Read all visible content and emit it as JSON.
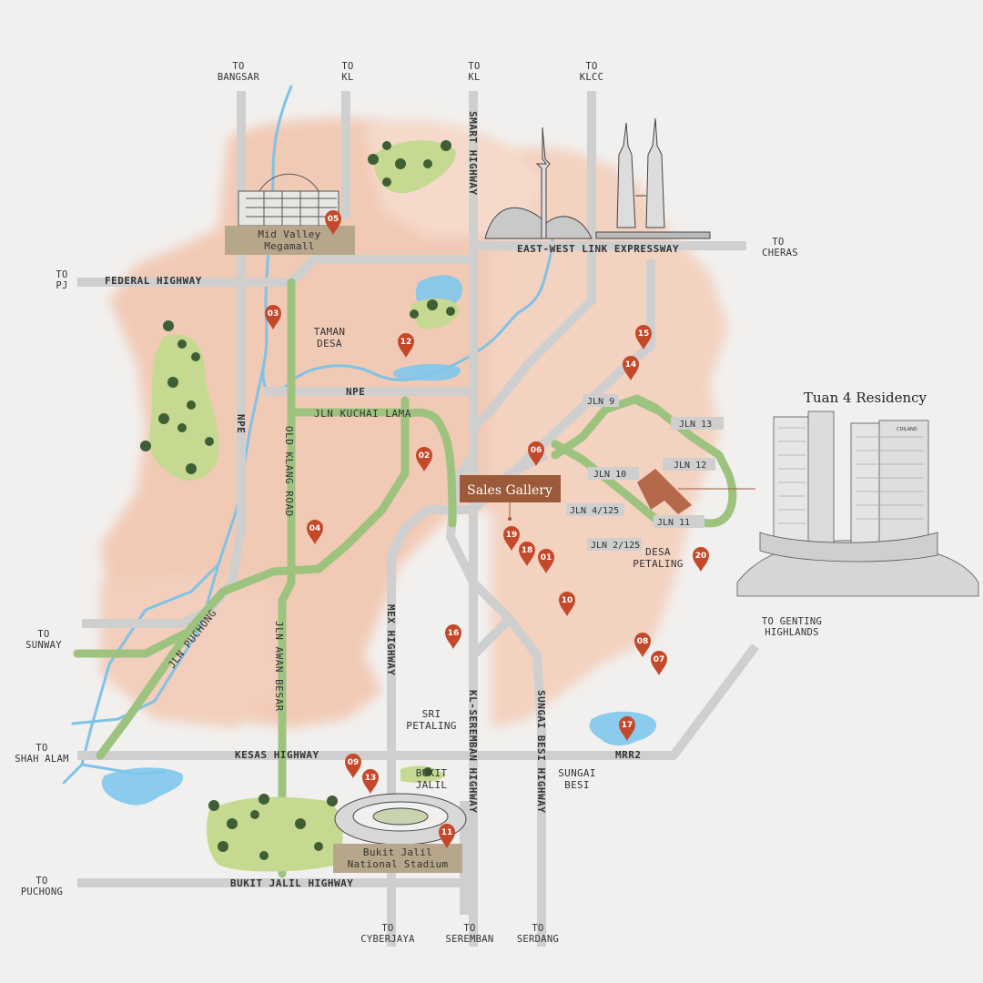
{
  "title": "Tuan 4 Residency",
  "sales_gallery": "Sales Gallery",
  "directions": {
    "bangsar": [
      "TO",
      "BANGSAR"
    ],
    "kl1": [
      "TO",
      "KL"
    ],
    "kl2": [
      "TO",
      "KL"
    ],
    "klcc": [
      "TO",
      "KLCC"
    ],
    "cheras": [
      "TO",
      "CHERAS"
    ],
    "pj": [
      "TO",
      "PJ"
    ],
    "sunway": [
      "TO",
      "SUNWAY"
    ],
    "shah_alam": [
      "TO",
      "SHAH ALAM"
    ],
    "puchong": [
      "TO",
      "PUCHONG"
    ],
    "cyberjaya": [
      "TO",
      "CYBERJAYA"
    ],
    "seremban": [
      "TO",
      "SEREMBAN"
    ],
    "serdang": [
      "TO",
      "SERDANG"
    ],
    "genting": [
      "TO GENTING",
      "HIGHLANDS"
    ]
  },
  "roads": {
    "smart_highway": "SMART HIGHWAY",
    "east_west": "EAST-WEST LINK EXPRESSWAY",
    "federal": "FEDERAL HIGHWAY",
    "npe_h": "NPE",
    "npe_v": "NPE",
    "jln_kuchai_lama": "JLN KUCHAI LAMA",
    "old_klang": "OLD KLANG ROAD",
    "jln_puchong": "JLN PUCHONG",
    "jln_awan_besar": "JLN AWAN BESAR",
    "mex": "MEX HIGHWAY",
    "kl_seremban": "KL-SEREMBAN HIGHWAY",
    "sungai_besi": "SUNGAI BESI HIGHWAY",
    "kesas": "KESAS HIGHWAY",
    "mrr2": "MRR2",
    "bukit_jalil": "BUKIT JALIL HIGHWAY"
  },
  "areas": {
    "taman_desa": [
      "TAMAN",
      "DESA"
    ],
    "desa_petaling": [
      "DESA",
      "PETALING"
    ],
    "sri_petaling": [
      "SRI",
      "PETALING"
    ],
    "bukit_jalil": [
      "BUKIT",
      "JALIL"
    ],
    "sungai_besi": [
      "SUNGAI",
      "BESI"
    ]
  },
  "streets": {
    "jln9": "JLN 9",
    "jln13": "JLN 13",
    "jln12": "JLN 12",
    "jln10": "JLN 10",
    "jln4_125": "JLN 4/125",
    "jln11": "JLN 11",
    "jln2_125": "JLN 2/125"
  },
  "landmarks": {
    "mid_valley": [
      "Mid Valley",
      "Megamall"
    ],
    "stadium": [
      "Bukit Jalil",
      "National Stadium"
    ],
    "building_sign": "CDILAND"
  },
  "pins": [
    "01",
    "02",
    "03",
    "04",
    "05",
    "06",
    "07",
    "08",
    "09",
    "10",
    "11",
    "12",
    "13",
    "14",
    "15",
    "16",
    "17",
    "18",
    "19",
    "20"
  ],
  "colors": {
    "background": "#f1f0ee",
    "watercolor": "#f1c8b2",
    "road": "#cfcfcf",
    "green_road": "#9dc37f",
    "river": "#7fc3e6",
    "pin": "#c4492b",
    "label_box": "#b6a68a",
    "sales_box": "#9b5a3a"
  }
}
